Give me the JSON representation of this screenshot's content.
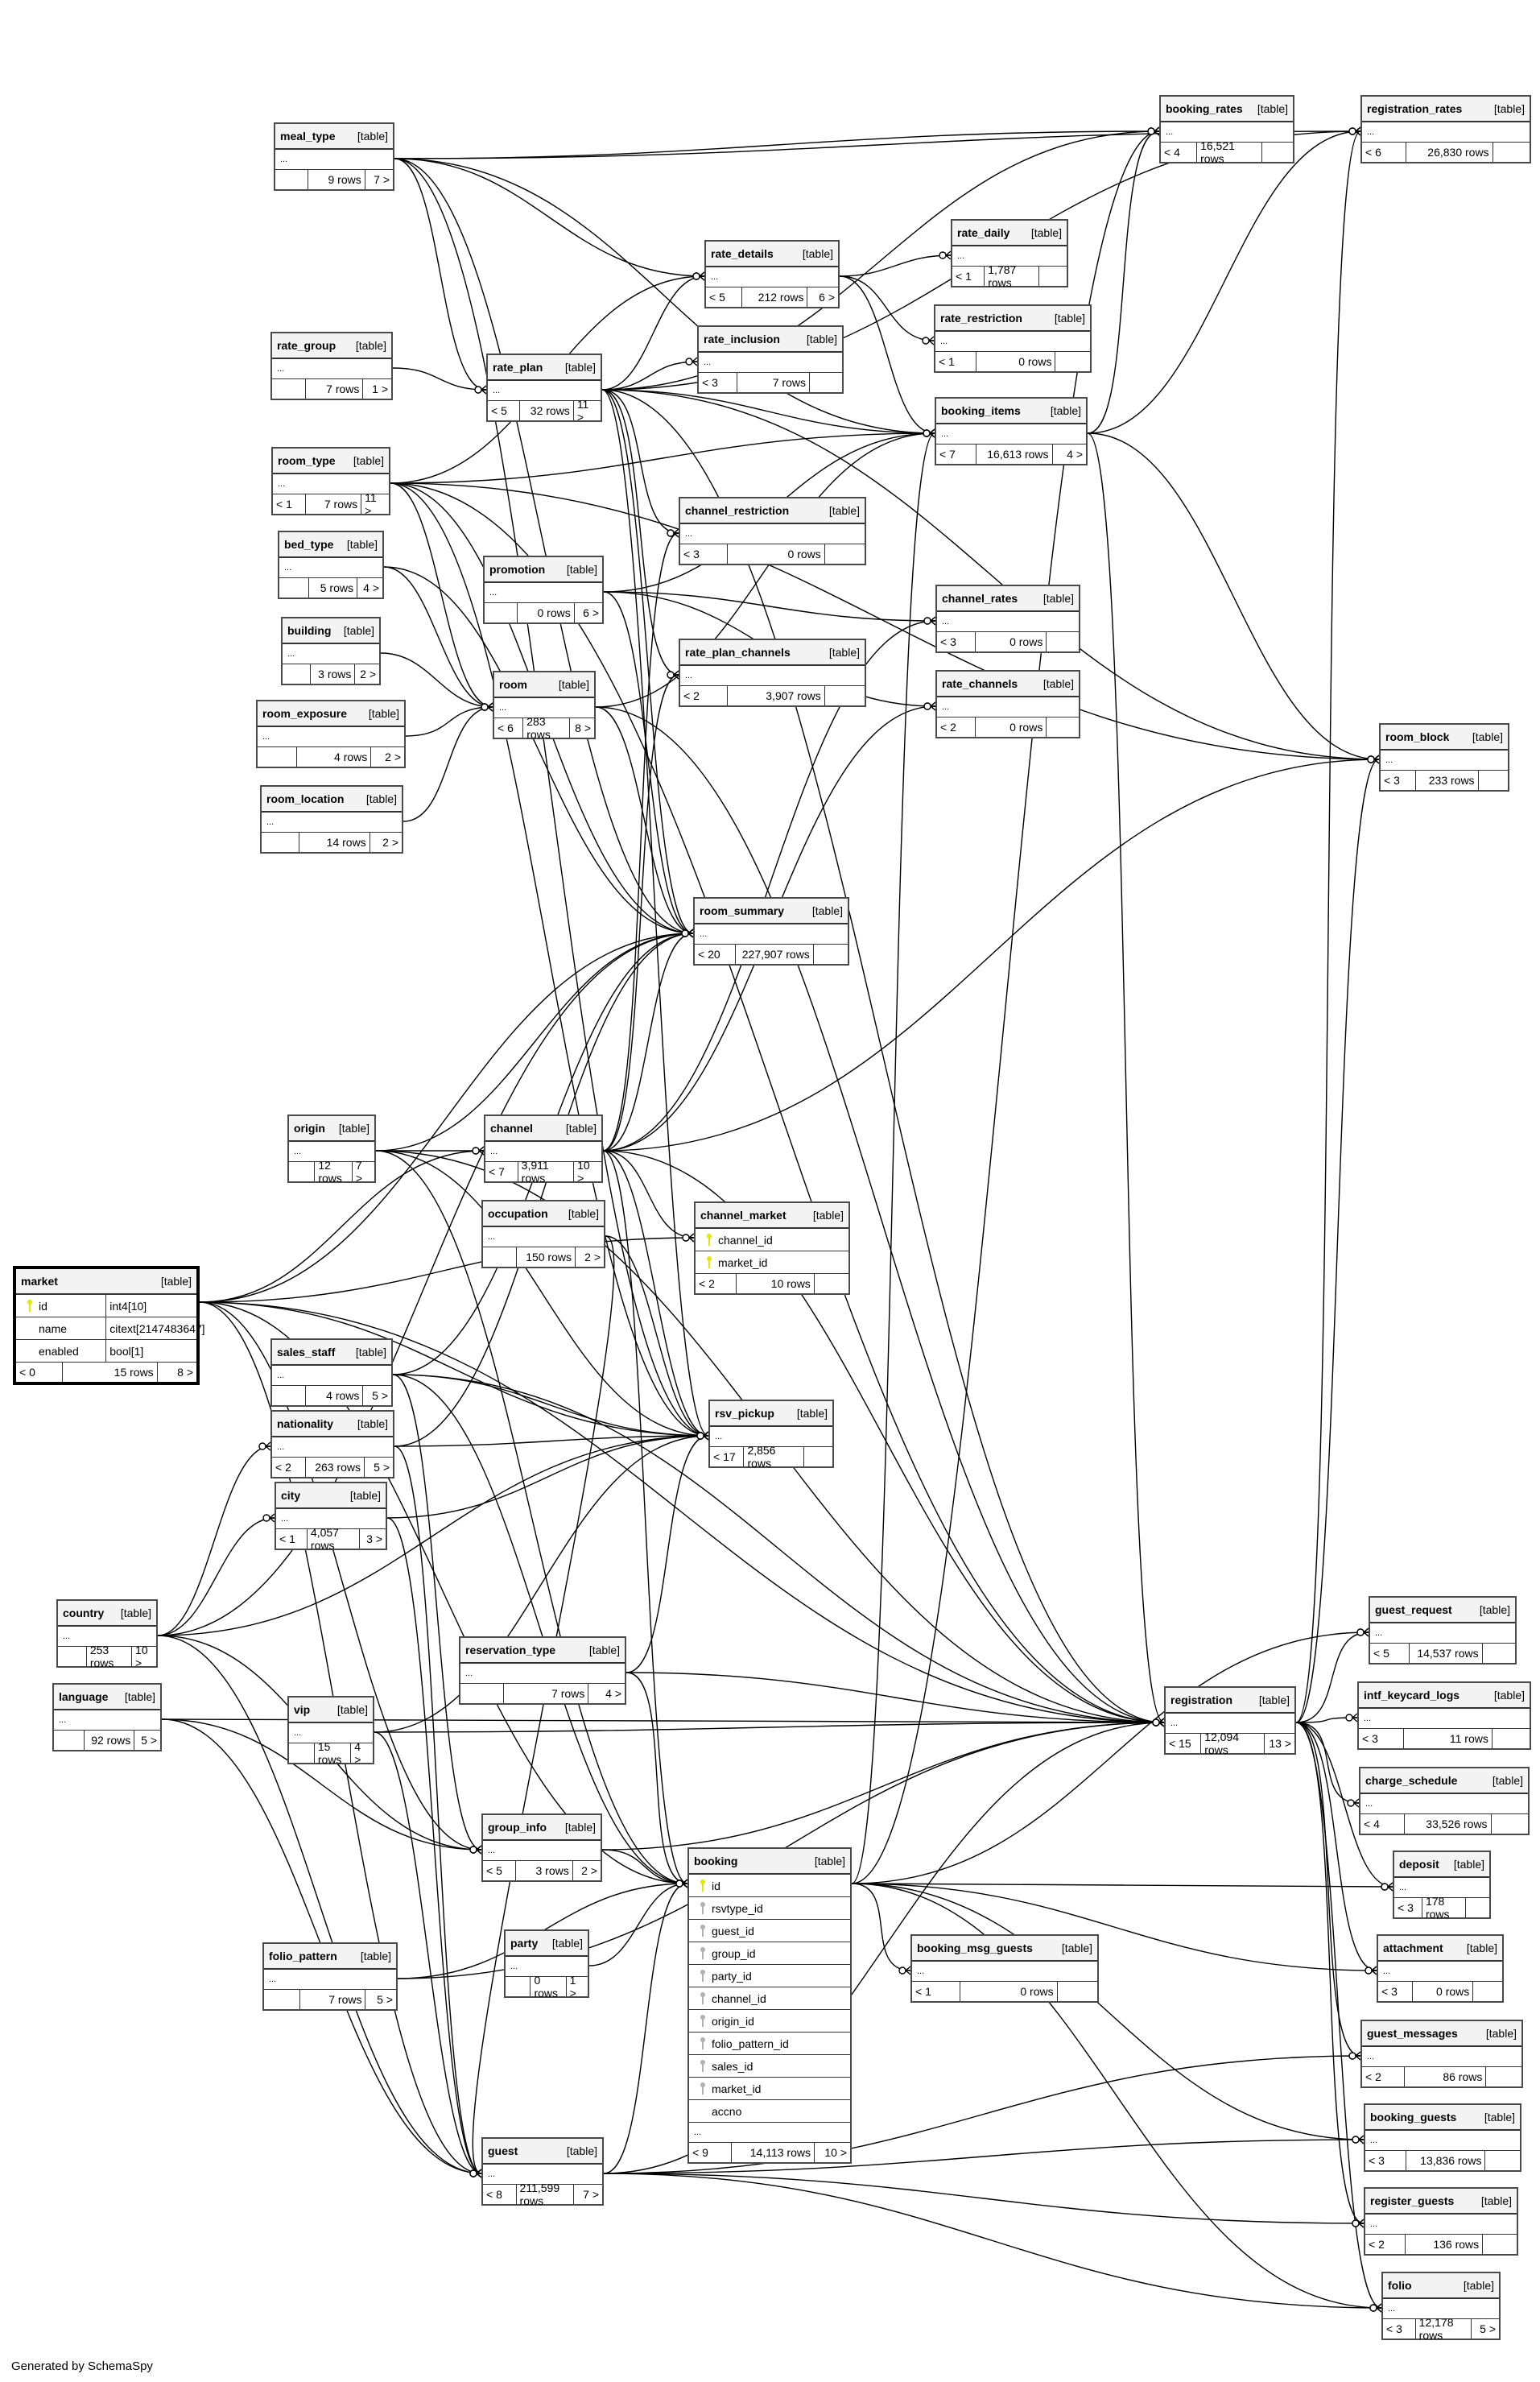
{
  "diagram": {
    "type_label": "[table]",
    "more_columns": "...",
    "footer": "Generated by SchemaSpy",
    "pk_key_color": "#e6e600",
    "fk_key_color": "#b0b0b0",
    "tables": [
      {
        "name": "meal_type",
        "parents": "",
        "rows": "9 rows",
        "children": "7 >"
      },
      {
        "name": "booking_rates",
        "parents": "< 4",
        "rows": "16,521 rows",
        "children": ""
      },
      {
        "name": "registration_rates",
        "parents": "< 6",
        "rows": "26,830 rows",
        "children": ""
      },
      {
        "name": "rate_details",
        "parents": "< 5",
        "rows": "212 rows",
        "children": "6 >"
      },
      {
        "name": "rate_daily",
        "parents": "< 1",
        "rows": "1,787 rows",
        "children": ""
      },
      {
        "name": "rate_group",
        "parents": "",
        "rows": "7 rows",
        "children": "1 >"
      },
      {
        "name": "rate_plan",
        "parents": "< 5",
        "rows": "32 rows",
        "children": "11 >"
      },
      {
        "name": "rate_inclusion",
        "parents": "< 3",
        "rows": "7 rows",
        "children": ""
      },
      {
        "name": "rate_restriction",
        "parents": "< 1",
        "rows": "0 rows",
        "children": ""
      },
      {
        "name": "booking_items",
        "parents": "< 7",
        "rows": "16,613 rows",
        "children": "4 >"
      },
      {
        "name": "room_type",
        "parents": "< 1",
        "rows": "7 rows",
        "children": "11 >"
      },
      {
        "name": "channel_restriction",
        "parents": "< 3",
        "rows": "0 rows",
        "children": ""
      },
      {
        "name": "bed_type",
        "parents": "",
        "rows": "5 rows",
        "children": "4 >"
      },
      {
        "name": "promotion",
        "parents": "",
        "rows": "0 rows",
        "children": "6 >"
      },
      {
        "name": "channel_rates",
        "parents": "< 3",
        "rows": "0 rows",
        "children": ""
      },
      {
        "name": "building",
        "parents": "",
        "rows": "3 rows",
        "children": "2 >"
      },
      {
        "name": "rate_plan_channels",
        "parents": "< 2",
        "rows": "3,907 rows",
        "children": ""
      },
      {
        "name": "room",
        "parents": "< 6",
        "rows": "283 rows",
        "children": "8 >"
      },
      {
        "name": "rate_channels",
        "parents": "< 2",
        "rows": "0 rows",
        "children": ""
      },
      {
        "name": "room_exposure",
        "parents": "",
        "rows": "4 rows",
        "children": "2 >"
      },
      {
        "name": "room_block",
        "parents": "< 3",
        "rows": "233 rows",
        "children": ""
      },
      {
        "name": "room_location",
        "parents": "",
        "rows": "14 rows",
        "children": "2 >"
      },
      {
        "name": "room_summary",
        "parents": "< 20",
        "rows": "227,907 rows",
        "children": ""
      },
      {
        "name": "origin",
        "parents": "",
        "rows": "12 rows",
        "children": "7 >"
      },
      {
        "name": "channel",
        "parents": "< 7",
        "rows": "3,911 rows",
        "children": "10 >"
      },
      {
        "name": "occupation",
        "parents": "",
        "rows": "150 rows",
        "children": "2 >"
      },
      {
        "name": "sales_staff",
        "parents": "",
        "rows": "4 rows",
        "children": "5 >"
      },
      {
        "name": "rsv_pickup",
        "parents": "< 17",
        "rows": "2,856 rows",
        "children": ""
      },
      {
        "name": "nationality",
        "parents": "< 2",
        "rows": "263 rows",
        "children": "5 >"
      },
      {
        "name": "city",
        "parents": "< 1",
        "rows": "4,057 rows",
        "children": "3 >"
      },
      {
        "name": "country",
        "parents": "",
        "rows": "253 rows",
        "children": "10 >"
      },
      {
        "name": "reservation_type",
        "parents": "",
        "rows": "7 rows",
        "children": "4 >"
      },
      {
        "name": "guest_request",
        "parents": "< 5",
        "rows": "14,537 rows",
        "children": ""
      },
      {
        "name": "language",
        "parents": "",
        "rows": "92 rows",
        "children": "5 >"
      },
      {
        "name": "intf_keycard_logs",
        "parents": "< 3",
        "rows": "11 rows",
        "children": ""
      },
      {
        "name": "vip",
        "parents": "",
        "rows": "15 rows",
        "children": "4 >"
      },
      {
        "name": "registration",
        "parents": "< 15",
        "rows": "12,094 rows",
        "children": "13 >"
      },
      {
        "name": "charge_schedule",
        "parents": "< 4",
        "rows": "33,526 rows",
        "children": ""
      },
      {
        "name": "group_info",
        "parents": "< 5",
        "rows": "3 rows",
        "children": "2 >"
      },
      {
        "name": "deposit",
        "parents": "< 3",
        "rows": "178 rows",
        "children": ""
      },
      {
        "name": "folio_pattern",
        "parents": "",
        "rows": "7 rows",
        "children": "5 >"
      },
      {
        "name": "booking_msg_guests",
        "parents": "< 1",
        "rows": "0 rows",
        "children": ""
      },
      {
        "name": "party",
        "parents": "",
        "rows": "0 rows",
        "children": "1 >"
      },
      {
        "name": "attachment",
        "parents": "< 3",
        "rows": "0 rows",
        "children": ""
      },
      {
        "name": "guest_messages",
        "parents": "< 2",
        "rows": "86 rows",
        "children": ""
      },
      {
        "name": "guest",
        "parents": "< 8",
        "rows": "211,599 rows",
        "children": "7 >"
      },
      {
        "name": "booking_guests",
        "parents": "< 3",
        "rows": "13,836 rows",
        "children": ""
      },
      {
        "name": "register_guests",
        "parents": "< 2",
        "rows": "136 rows",
        "children": ""
      },
      {
        "name": "folio",
        "parents": "< 3",
        "rows": "12,178 rows",
        "children": "5 >"
      }
    ],
    "channel_market": {
      "name": "channel_market",
      "columns": [
        {
          "name": "channel_id",
          "key": "pk"
        },
        {
          "name": "market_id",
          "key": "pk"
        }
      ],
      "parents": "< 2",
      "rows": "10 rows",
      "children": ""
    },
    "market": {
      "name": "market",
      "columns": [
        {
          "name": "id",
          "type": "int4[10]",
          "key": "pk"
        },
        {
          "name": "name",
          "type": "citext[2147483647]",
          "key": ""
        },
        {
          "name": "enabled",
          "type": "bool[1]",
          "key": ""
        }
      ],
      "parents": "< 0",
      "rows": "15 rows",
      "children": "8 >"
    },
    "booking": {
      "name": "booking",
      "columns": [
        {
          "name": "id",
          "key": "pk"
        },
        {
          "name": "rsvtype_id",
          "key": "fk"
        },
        {
          "name": "guest_id",
          "key": "fk"
        },
        {
          "name": "group_id",
          "key": "fk"
        },
        {
          "name": "party_id",
          "key": "fk"
        },
        {
          "name": "channel_id",
          "key": "fk"
        },
        {
          "name": "origin_id",
          "key": "fk"
        },
        {
          "name": "folio_pattern_id",
          "key": "fk"
        },
        {
          "name": "sales_id",
          "key": "fk"
        },
        {
          "name": "market_id",
          "key": "fk"
        },
        {
          "name": "accno",
          "key": ""
        }
      ],
      "parents": "< 9",
      "rows": "14,113 rows",
      "children": "10 >"
    }
  }
}
